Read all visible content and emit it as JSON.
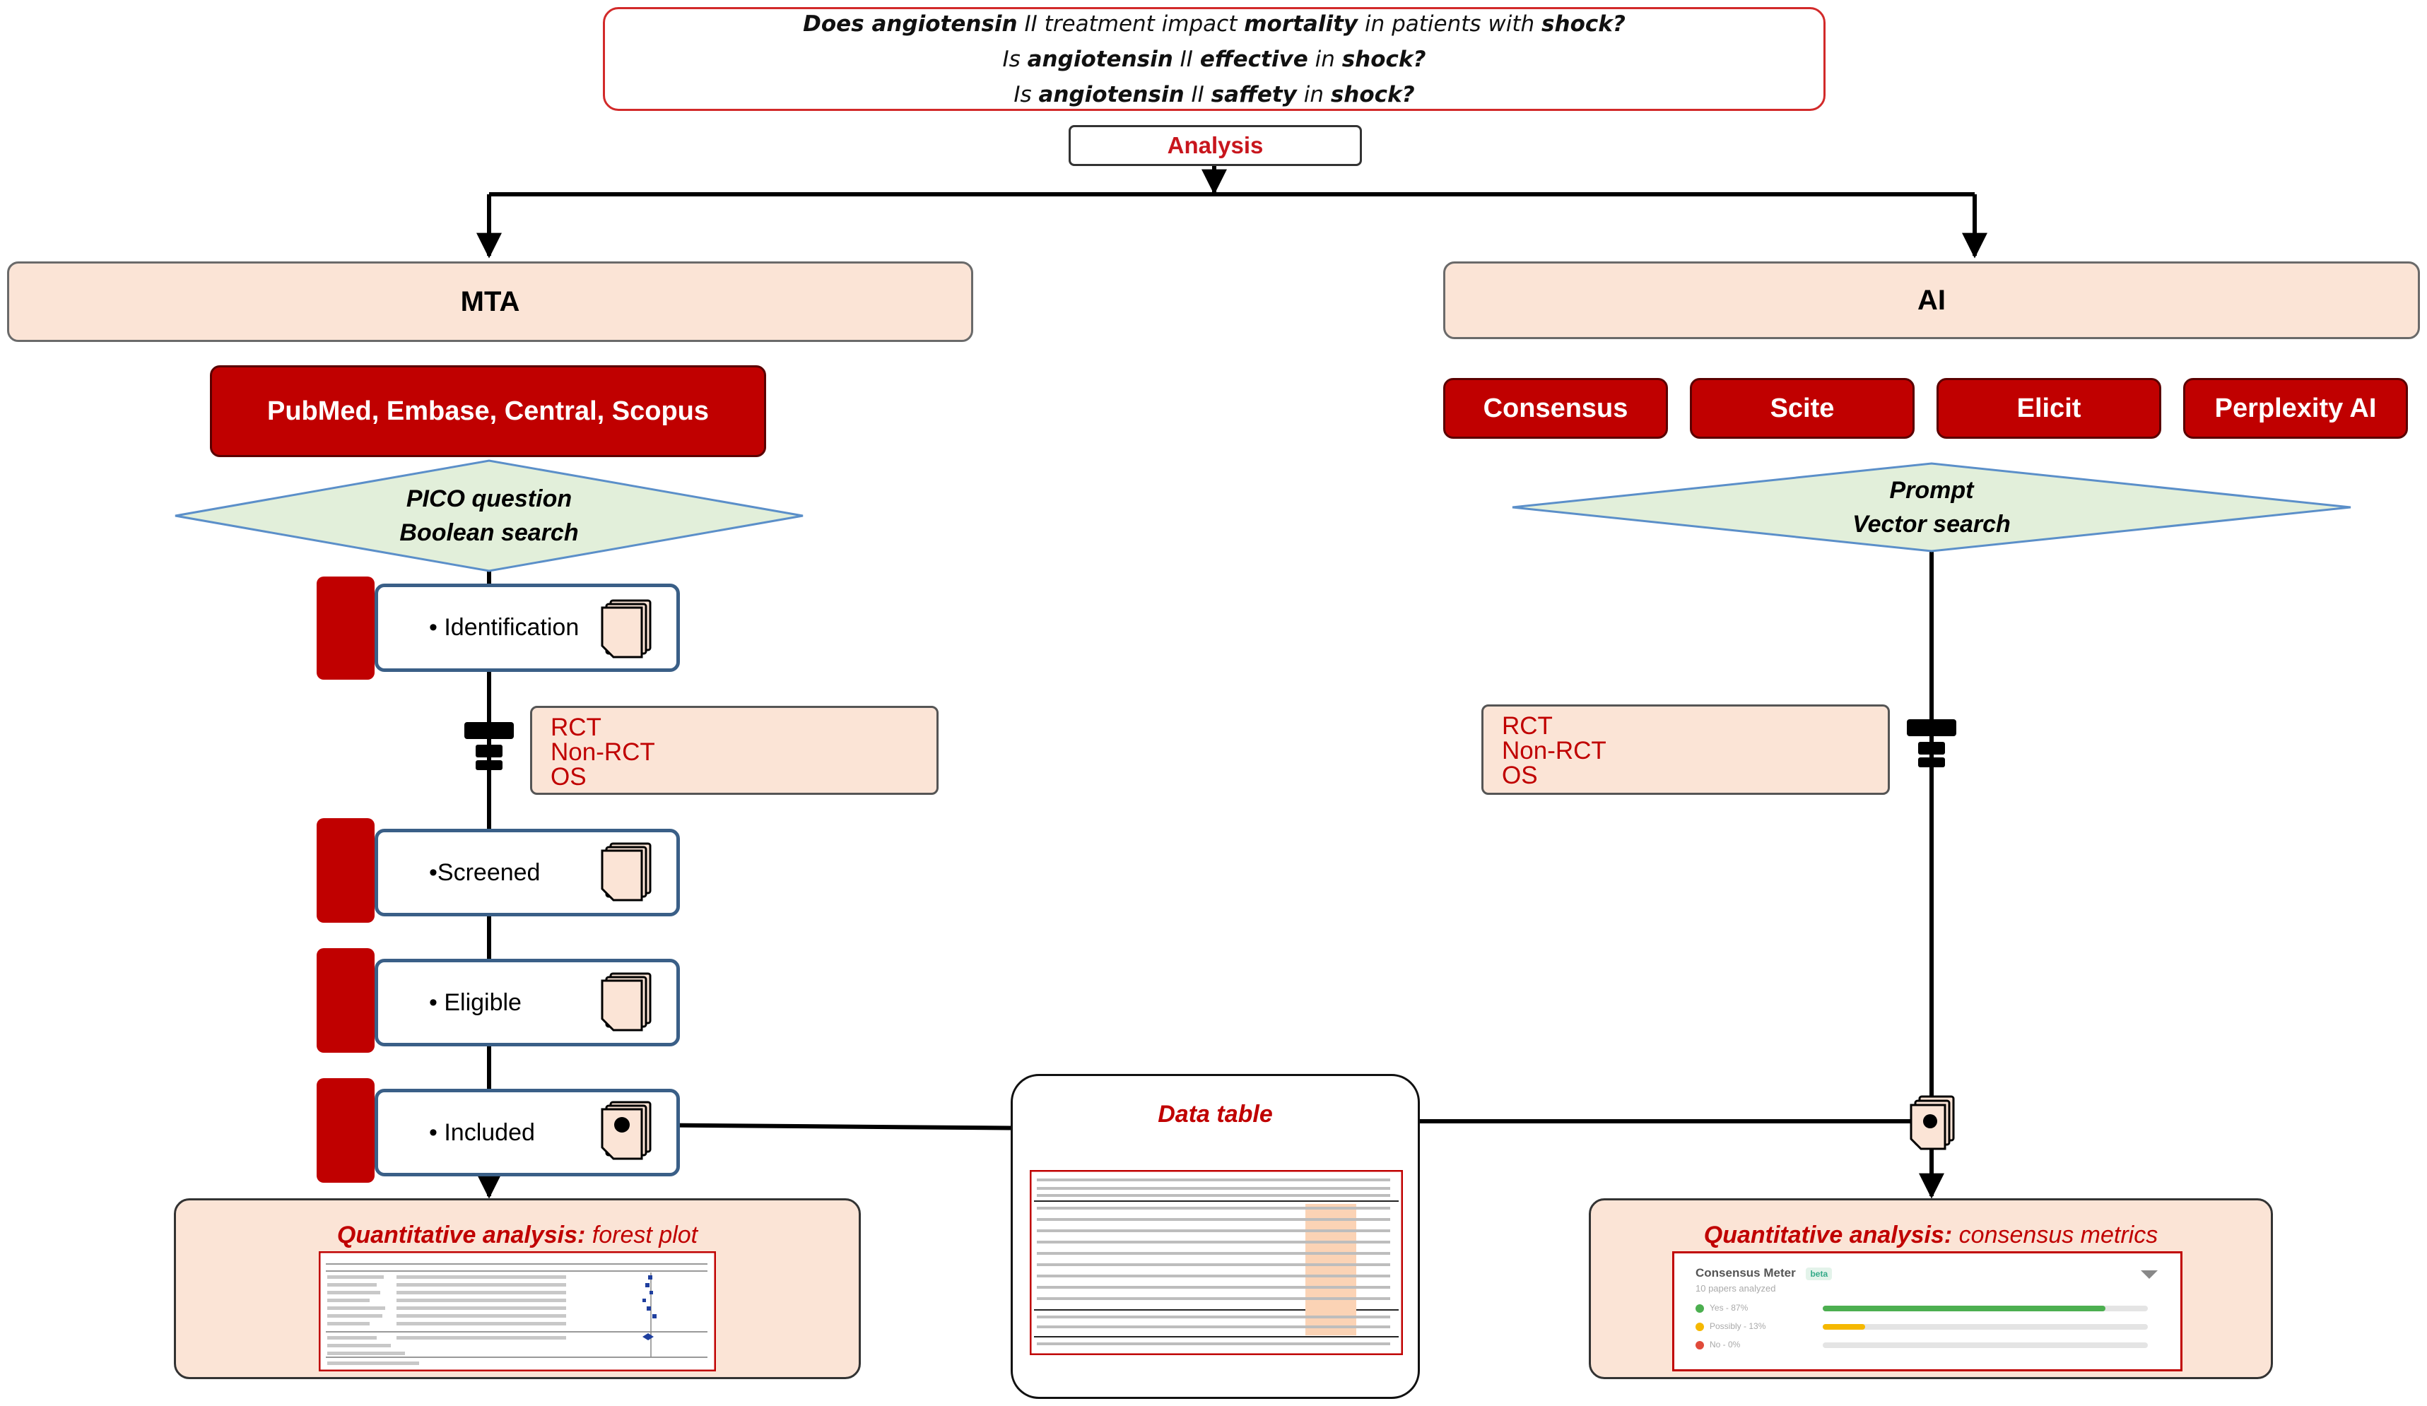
{
  "question": {
    "line1_parts": [
      "Does angiotensin",
      " II treatment impact ",
      "mortality",
      " in patients with ",
      "shock?"
    ],
    "line2_parts": [
      "Is ",
      "angiotensin",
      "  II ",
      "effective",
      " in ",
      "shock?"
    ],
    "line3_parts": [
      "Is ",
      "angiotensin",
      "  II ",
      "saffety",
      " in ",
      "shock?"
    ]
  },
  "analysis_label": "Analysis",
  "mta": {
    "title": "MTA",
    "databases": "PubMed, Embase, Central, Scopus",
    "diamond": [
      "PICO question",
      "Boolean search"
    ],
    "stages": [
      "• Identification",
      "•Screened",
      "• Eligible",
      "• Included"
    ],
    "study_types": [
      "RCT",
      "Non-RCT",
      "OS"
    ],
    "qa_title_bold": "Quantitative analysis:",
    "qa_title_rest": " forest plot"
  },
  "ai": {
    "title": "AI",
    "tools": [
      "Consensus",
      "Scite",
      "Elicit",
      "Perplexity AI"
    ],
    "diamond": [
      "Prompt",
      "Vector search"
    ],
    "study_types": [
      "RCT",
      "Non-RCT",
      "OS"
    ],
    "qa_title_bold": "Quantitative analysis:",
    "qa_title_rest": " consensus metrics",
    "meter": {
      "title": "Consensus Meter",
      "badge": "beta",
      "subtitle": "10 papers analyzed",
      "rows": [
        {
          "label": "Yes - 87%",
          "fraction": 0.87,
          "color": "#4caf50"
        },
        {
          "label": "Possibly - 13%",
          "fraction": 0.13,
          "color": "#f5b800"
        },
        {
          "label": "No - 0%",
          "fraction": 0.0,
          "color": "#e04a3a"
        }
      ]
    }
  },
  "data_table_label": "Data table",
  "colors": {
    "accent_red": "#c00000",
    "band_fill": "#fbe4d6",
    "diamond_fill": "#e2efda",
    "stage_border": "#3a5f87"
  }
}
